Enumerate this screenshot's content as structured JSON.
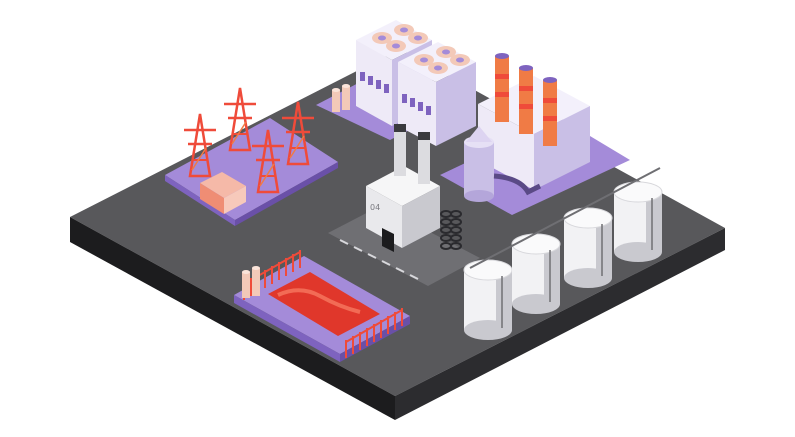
{
  "scene": {
    "building_label": "04",
    "colors": {
      "ground_top": "#58585b",
      "ground_left": "#1c1c1e",
      "ground_right": "#2c2c2f",
      "pad_purple": "#a48bd9",
      "pad_purple_dark": "#7e63bf",
      "wall_light": "#eeeaf7",
      "wall_shade": "#c9bfe6",
      "accent_red": "#ef4b3a",
      "accent_orange": "#f07b45",
      "tank_white": "#f2f2f4",
      "tank_shade": "#c9c9cf"
    },
    "elements": {
      "substation": "power-substation",
      "cooling_building": "cooling-tower-building",
      "chimney_building": "chimney-factory",
      "control_building": "control-building-04",
      "pool": "fenced-red-pool",
      "tanks": "storage-tank-row"
    }
  }
}
